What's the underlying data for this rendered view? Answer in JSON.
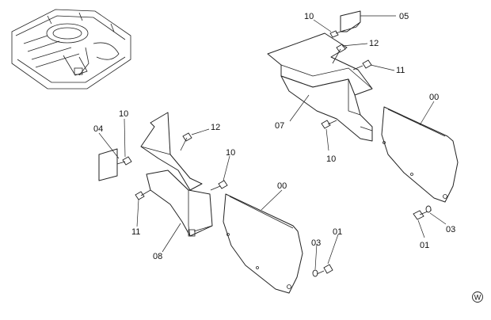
{
  "callouts": {
    "c05": "05",
    "c10_top": "10",
    "c12_top": "12",
    "c11_top": "11",
    "c07": "07",
    "c10_mid": "10",
    "c00_right": "00",
    "c03_right": "03",
    "c01_right": "01",
    "c04": "04",
    "c10_left": "10",
    "c12_left": "12",
    "c10_left2": "10",
    "c11_left": "11",
    "c08": "08",
    "c00_mid": "00",
    "c03_mid": "03",
    "c01_mid": "01"
  },
  "watermark": "W"
}
